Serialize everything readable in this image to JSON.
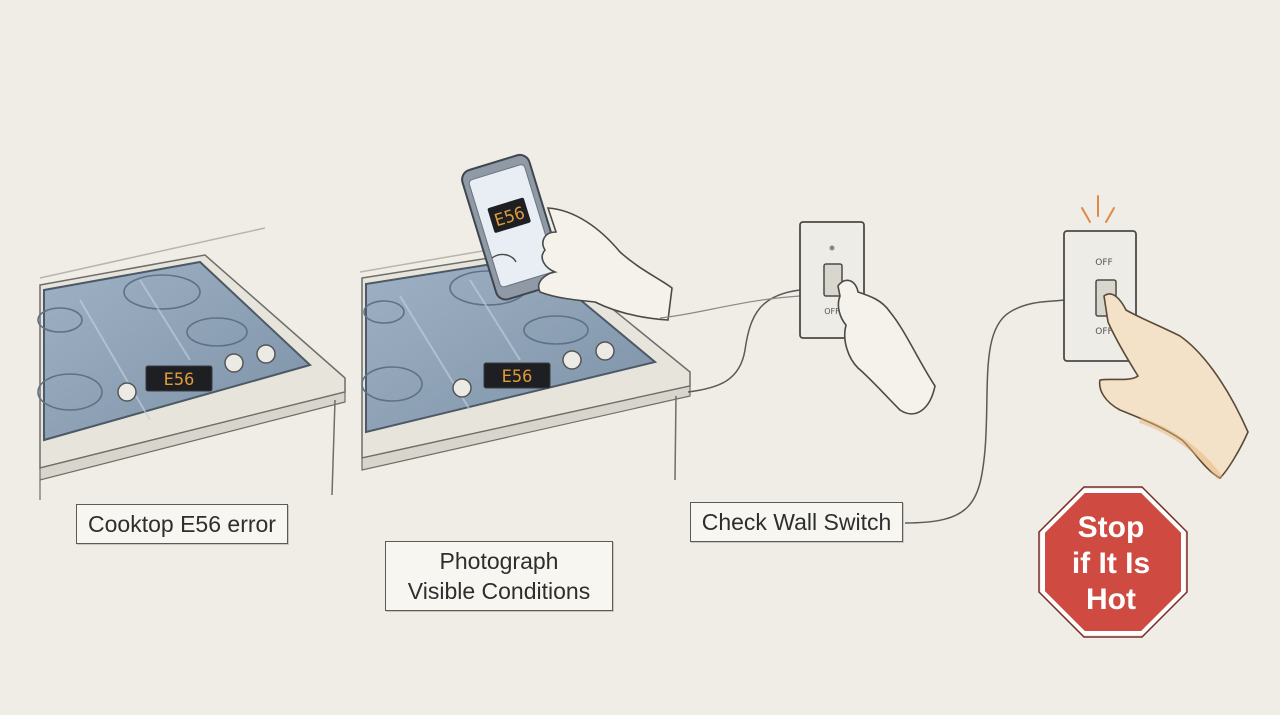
{
  "steps": [
    {
      "label": "Cooktop E56 error"
    },
    {
      "label_lines": [
        "Photograph",
        "Visible Conditions"
      ]
    },
    {
      "label": "Check Wall Switch"
    }
  ],
  "displays": {
    "error_code": "E56"
  },
  "switches": {
    "switch_a": {
      "label_bottom": "OFF"
    },
    "switch_b": {
      "label_top": "OFF",
      "label_bottom": "OFF"
    }
  },
  "warning": {
    "lines": [
      "Stop",
      "if It Is",
      "Hot"
    ],
    "color": "#cf4a40"
  },
  "colors": {
    "background": "#efede6",
    "cooktop_glass": "#8c9fb3",
    "display_digits": "#e09a3a",
    "skin_highlight": "#e8b57a"
  }
}
